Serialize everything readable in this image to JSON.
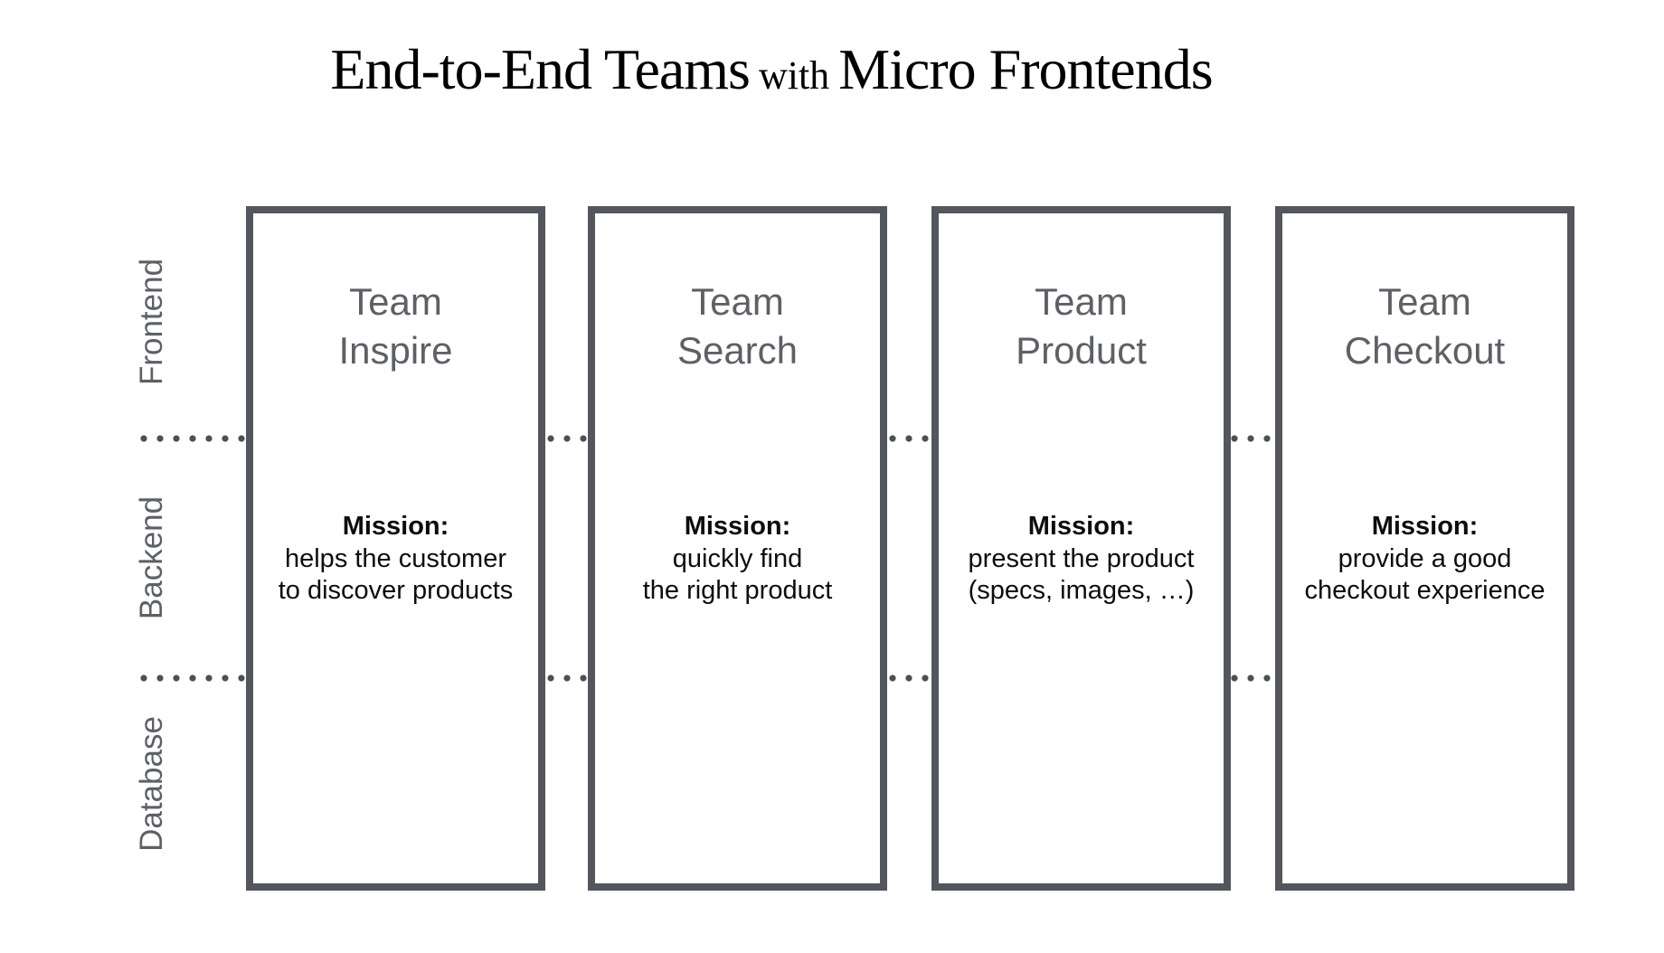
{
  "title": {
    "lead": "End-to-End Teams",
    "connector": "with",
    "tail": "Micro Frontends"
  },
  "colors": {
    "background": "#ffffff",
    "box_border": "#53565d",
    "muted_text": "#5d6166",
    "body_text": "#0d0d0d",
    "dots": "#4c4f55"
  },
  "layers": [
    {
      "label": "Frontend"
    },
    {
      "label": "Backend"
    },
    {
      "label": "Database"
    }
  ],
  "teams": [
    {
      "name": "Team\nInspire",
      "mission_label": "Mission:",
      "mission": "helps the customer\nto discover products"
    },
    {
      "name": "Team\nSearch",
      "mission_label": "Mission:",
      "mission": "quickly find\nthe right product"
    },
    {
      "name": "Team\nProduct",
      "mission_label": "Mission:",
      "mission": "present the product\n(specs, images, …)"
    },
    {
      "name": "Team\nCheckout",
      "mission_label": "Mission:",
      "mission": "provide a good\ncheckout experience"
    }
  ]
}
